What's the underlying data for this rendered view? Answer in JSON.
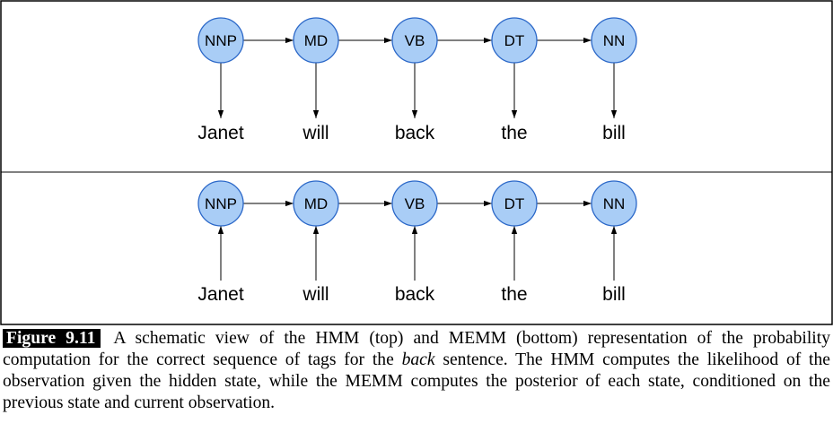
{
  "diagram": {
    "panels": [
      {
        "id": "hmm",
        "direction": "state-to-word",
        "states": [
          "NNP",
          "MD",
          "VB",
          "DT",
          "NN"
        ],
        "words": [
          "Janet",
          "will",
          "back",
          "the",
          "bill"
        ]
      },
      {
        "id": "memm",
        "direction": "word-to-state",
        "states": [
          "NNP",
          "MD",
          "VB",
          "DT",
          "NN"
        ],
        "words": [
          "Janet",
          "will",
          "back",
          "the",
          "bill"
        ]
      }
    ],
    "colors": {
      "node_fill": "#a9cdf6",
      "node_stroke": "#2a67c8",
      "edge": "#000000"
    }
  },
  "caption": {
    "label": "Figure 9.11",
    "text_before": "A schematic view of the HMM (top) and MEMM (bottom) representation of the probability computation for the correct sequence of tags for the ",
    "emphasis": "back",
    "text_after": " sentence. The HMM computes the likelihood of the observation given the hidden state, while the MEMM computes the posterior of each state, conditioned on the previous state and current observation."
  }
}
